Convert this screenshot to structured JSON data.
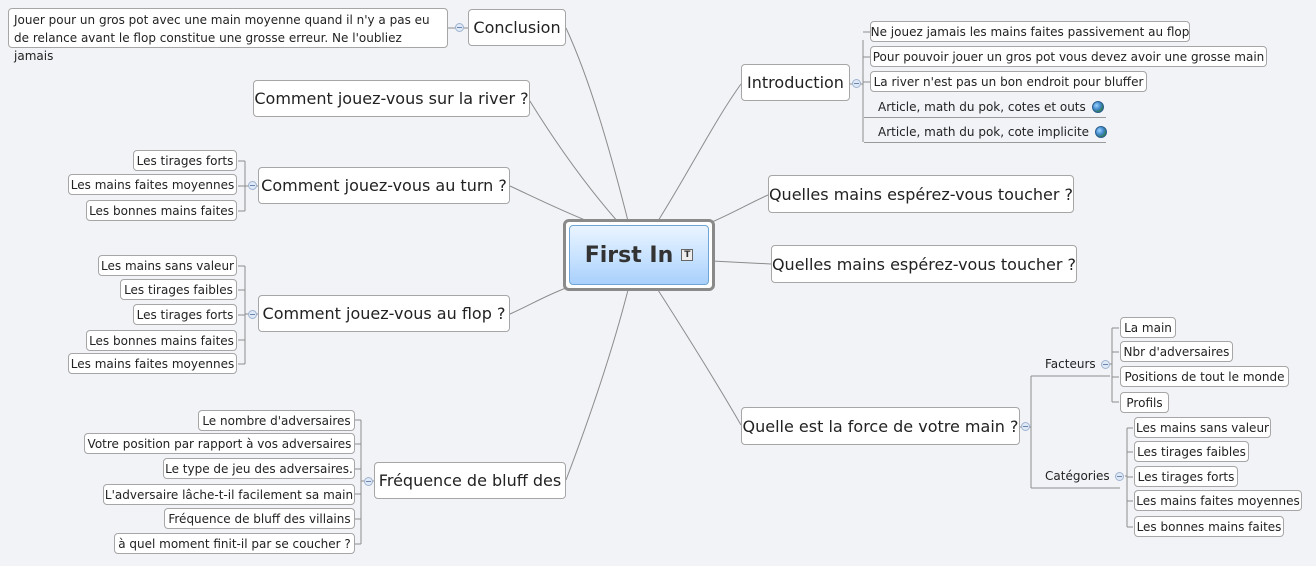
{
  "central": {
    "title": "First In",
    "icon": "text-note-icon"
  },
  "conclusion": {
    "label": "Conclusion",
    "note": "Jouer pour un gros pot avec une main moyenne quand il n'y a pas eu de relance avant le flop constitue une grosse erreur. Ne l'oubliez jamais"
  },
  "introduction": {
    "label": "Introduction",
    "items": [
      "Ne jouez jamais les mains faites passivement au flop",
      "Pour pouvoir jouer un gros pot vous devez avoir une grosse main",
      "La river n'est pas un bon endroit pour bluffer",
      "Article, math du pok, cotes et outs",
      "Article, math du pok, cote implicite"
    ]
  },
  "hope1": {
    "label": "Quelles mains espérez-vous toucher ?"
  },
  "hope2": {
    "label": "Quelles mains espérez-vous toucher ?"
  },
  "river": {
    "label": "Comment jouez-vous sur la river ?"
  },
  "turn": {
    "label": "Comment jouez-vous au turn ?",
    "items": [
      "Les tirages forts",
      "Les mains faites moyennes",
      "Les bonnes mains faites"
    ]
  },
  "flop": {
    "label": "Comment jouez-vous au flop ?",
    "items": [
      "Les mains sans valeur",
      "Les tirages faibles",
      "Les tirages forts",
      "Les bonnes mains faites",
      "Les mains faites moyennes"
    ]
  },
  "bluff": {
    "label": "Fréquence de bluff des",
    "items": [
      "Le nombre d'adversaires",
      "Votre position par rapport à vos adversaires",
      "Le type de jeu des adversaires.",
      "L'adversaire lâche-t-il facilement sa main",
      "Fréquence de bluff des villains",
      "à quel moment finit-il par se coucher ?"
    ]
  },
  "force": {
    "label": "Quelle est la force de votre main ?",
    "factors": {
      "label": "Facteurs",
      "items": [
        "La main",
        "Nbr d'adversaires",
        "Positions de tout le monde",
        "Profils"
      ]
    },
    "categories": {
      "label": "Catégories",
      "items": [
        "Les mains sans valeur",
        "Les tirages faibles",
        "Les tirages forts",
        "Les mains faites moyennes",
        "Les bonnes mains faites"
      ]
    }
  },
  "colors": {
    "line": "#8c8c8c",
    "center_fill": "#c7e2ff",
    "center_border": "#8a8a8a"
  }
}
